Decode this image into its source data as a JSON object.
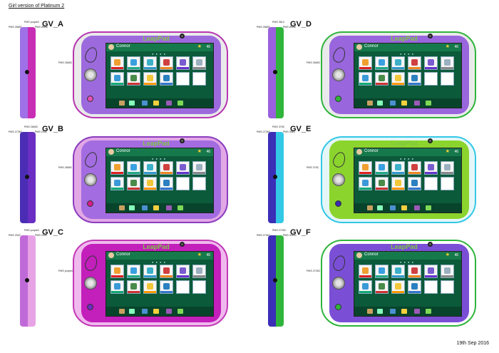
{
  "page_title": "Girl version of Platinum 2",
  "date": "19th Sep 2016",
  "variants": [
    {
      "label": "GV_A",
      "pms_top": "PMS purpleC",
      "pms_left": "PMS 2685C",
      "pms_right": "PMS White",
      "pms_front": "PMS 2665C",
      "side_left": "#a070e8",
      "side_right": "#c82eb4",
      "bumper": "#eaeaea",
      "bumper_edge": "#b636b0",
      "shell": "#9d6ade",
      "brand_text": "LeapPad",
      "button": "#e94fb6"
    },
    {
      "label": "GV_B",
      "pms_top": "PMS 2665C",
      "pms_left": "PMS 2736C",
      "pms_right": "PMS 243C",
      "pms_front": "PMS 2665C",
      "side_left": "#4b2db5",
      "side_right": "#6a2ec2",
      "bumper": "#e2a8e6",
      "bumper_edge": "#8a3cbf",
      "shell": "#a36ce0",
      "brand_text": "LeapPad",
      "button": "#d81b87"
    },
    {
      "label": "GV_C",
      "pms_top": "PMS purpleC",
      "pms_left": "PMS 292C",
      "pms_right": "PMS 243C",
      "pms_front": "PMS purpleC",
      "side_left": "#c06ad8",
      "side_right": "#e7a3e6",
      "bumper": "#f0b9ee",
      "bumper_edge": "#c23ab7",
      "shell": "#c21fbb",
      "brand_text": "LeapPad",
      "button": "#6b2dc0"
    },
    {
      "label": "GV_D",
      "pms_top": "PMS 361C",
      "pms_left": "PMS 2665C",
      "pms_right": "PMS White",
      "pms_front": "PMS 2665C",
      "side_left": "#9a60de",
      "side_right": "#2fb53b",
      "bumper": "#eaeaea",
      "bumper_edge": "#2fb53b",
      "shell": "#9966dd",
      "brand_text": "LeapPad",
      "button": "#2fb53b"
    },
    {
      "label": "GV_E",
      "pms_top": "PMS 375C",
      "pms_left": "PMS 2736C",
      "pms_right": "PMS 306C",
      "pms_front": "PMS 375C",
      "side_left": "#3b2eb7",
      "side_right": "#33c8e6",
      "bumper": "#e5f6f8",
      "bumper_edge": "#33c8e6",
      "shell": "#8bd42e",
      "brand_text": "LeapPad",
      "button": "#3a2bb3"
    },
    {
      "label": "GV_F",
      "pms_top": "PMS 2725C",
      "pms_left": "PMS 2736C",
      "pms_right": "PMS 3115C",
      "pms_front": "PMS 2725C",
      "side_left": "#3b2eb7",
      "side_right": "#2fb53b",
      "bumper": "#ffffff",
      "bumper_edge": "#2fb53b",
      "shell": "#7a4fd6",
      "brand_text": "LeapPad",
      "button": "#2fb53b"
    }
  ],
  "screen": {
    "user": "Connor",
    "stars": "46"
  },
  "tile_colors": [
    "#f0a030",
    "#3aa0e0",
    "#3bb0c8",
    "#d04040",
    "#7a5bd0",
    "#9bb0c0",
    "#3a9ad8",
    "#4a8a4a",
    "#f2c83a",
    "#2a80c0",
    "#a04aa0",
    "#e05a5a"
  ],
  "tile_label_colors": [
    "#d22",
    "#2a8",
    "#39c",
    "#e82",
    "#63c",
    "#888",
    "#1a7",
    "#c33",
    "#f90",
    "#37c",
    "#a3a",
    "#e44"
  ]
}
